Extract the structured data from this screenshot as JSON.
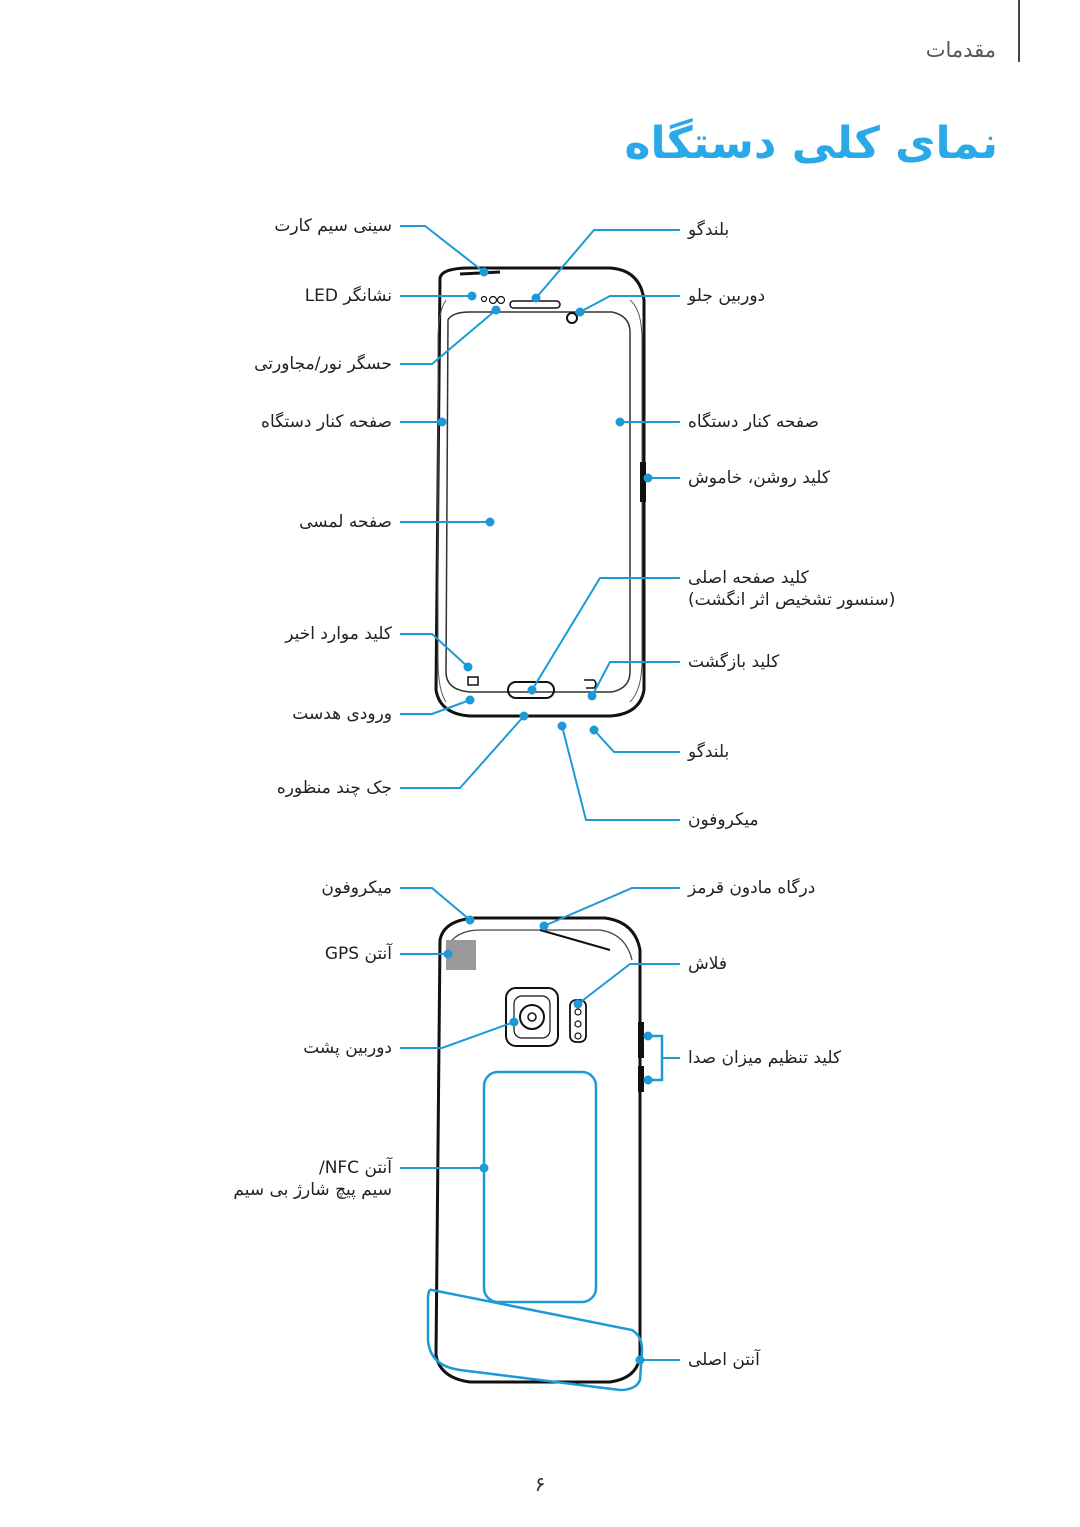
{
  "header": {
    "section": "مقدمات"
  },
  "title": "نمای کلی دستگاه",
  "front": {
    "labels_left": [
      {
        "id": "sim-tray",
        "text": "سینی سیم کارت"
      },
      {
        "id": "led",
        "text": "نشانگر LED"
      },
      {
        "id": "light-sensor",
        "text": "حسگر نور/مجاورتی"
      },
      {
        "id": "edge-left",
        "text": "صفحه کنار دستگاه"
      },
      {
        "id": "touch",
        "text": "صفحه لمسی"
      },
      {
        "id": "recent",
        "text": "کلید موارد اخیر"
      },
      {
        "id": "earphone",
        "text": "ورودی هدست"
      },
      {
        "id": "multi",
        "text": "جک چند منظوره"
      }
    ],
    "labels_right": [
      {
        "id": "speaker-top",
        "text": "بلندگو"
      },
      {
        "id": "front-cam",
        "text": "دوربین جلو"
      },
      {
        "id": "edge-right",
        "text": "صفحه کنار دستگاه"
      },
      {
        "id": "power",
        "text": "کلید روشن، خاموش"
      },
      {
        "id": "home",
        "text": "کلید صفحه اصلی",
        "text2": "(سنسور تشخیص اثر انگشت)"
      },
      {
        "id": "back-key",
        "text": "کلید بازگشت"
      },
      {
        "id": "speaker-bottom",
        "text": "بلندگو"
      },
      {
        "id": "mic-bottom",
        "text": "میکروفون"
      }
    ]
  },
  "back": {
    "labels_left": [
      {
        "id": "mic-top",
        "text": "میکروفون"
      },
      {
        "id": "gps",
        "text": "آنتن GPS"
      },
      {
        "id": "rear-cam",
        "text": "دوربین پشت"
      },
      {
        "id": "nfc",
        "text": "آنتن NFC/",
        "text2": "سیم پیچ شارژ بی سیم"
      }
    ],
    "labels_right": [
      {
        "id": "ir",
        "text": "درگاه مادون قرمز"
      },
      {
        "id": "flash",
        "text": "فلاش"
      },
      {
        "id": "volume",
        "text": "کلید تنظیم میزان صدا"
      },
      {
        "id": "main-antenna",
        "text": "آنتن اصلی"
      }
    ]
  },
  "accent_color": "#1c9ad6",
  "title_color": "#29a9e8",
  "page_number": "۶"
}
